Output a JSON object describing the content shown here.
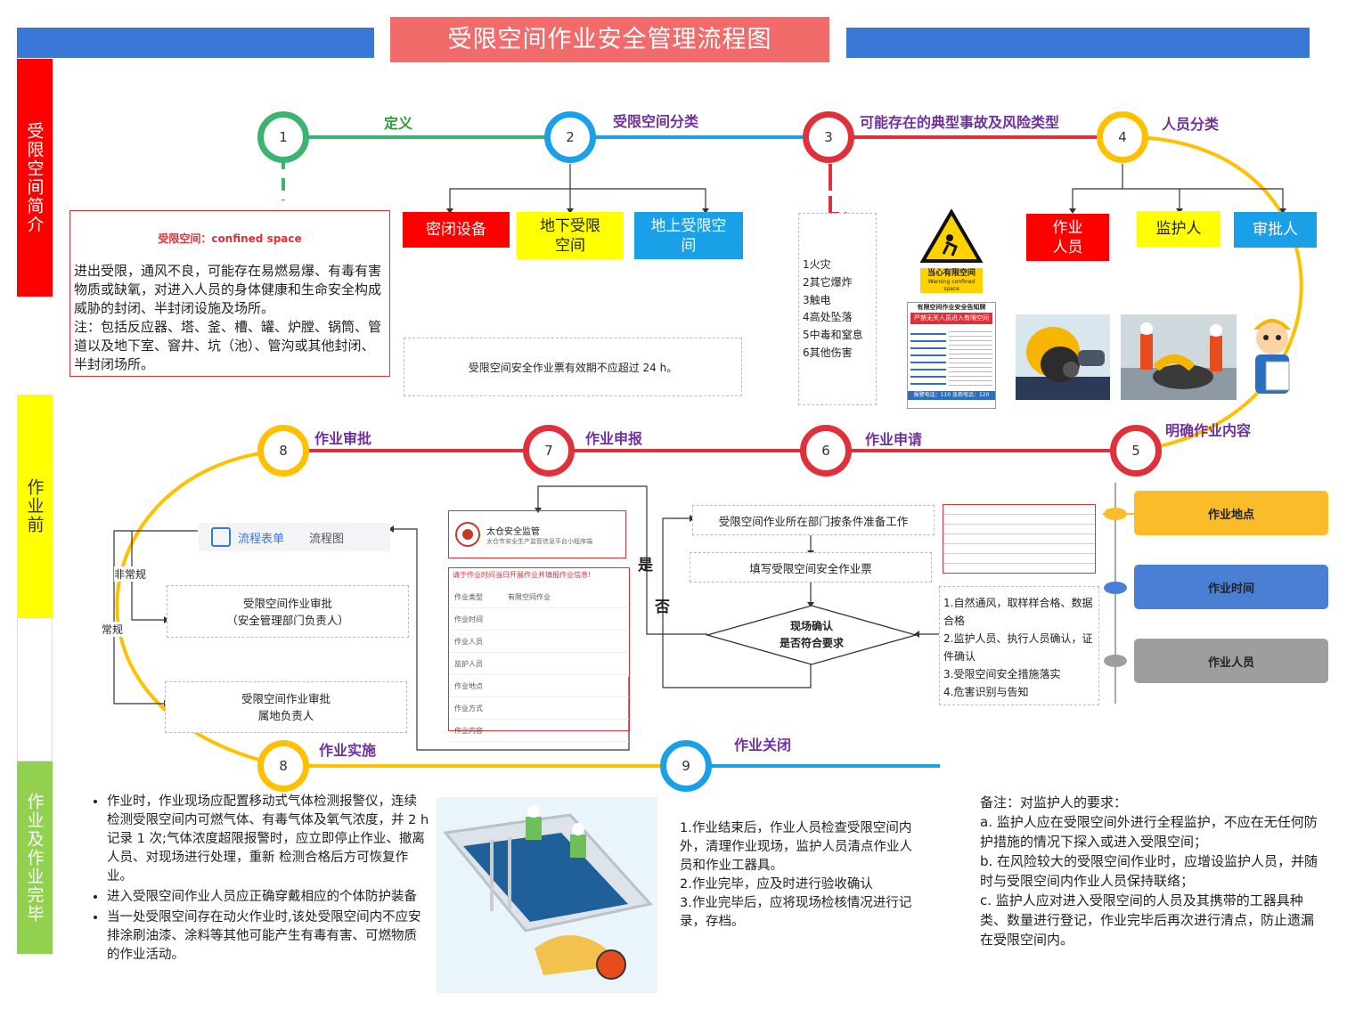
{
  "title": "受限空间作业安全管理流程图",
  "side_bands": [
    {
      "label": "受限空间简介",
      "color": "#ff0000"
    },
    {
      "label": "作业前",
      "color": "#ffff00"
    },
    {
      "label": "作业及作业完毕",
      "color": "#92d050"
    }
  ],
  "stages": [
    {
      "num": "1",
      "label": "定义",
      "color": "#3cb371",
      "label_color": "#2e9d3a"
    },
    {
      "num": "2",
      "label": "受限空间分类",
      "color": "#19a0e6",
      "label_color": "#7030a0"
    },
    {
      "num": "3",
      "label": "可能存在的典型事故及风险类型",
      "color": "#e0303a",
      "label_color": "#7030a0"
    },
    {
      "num": "4",
      "label": "人员分类",
      "color": "#ffc000",
      "label_color": "#7030a0"
    },
    {
      "num": "5",
      "label": "明确作业内容",
      "color": "#e0303a",
      "label_color": "#7030a0"
    },
    {
      "num": "6",
      "label": "作业申请",
      "color": "#e0303a",
      "label_color": "#7030a0"
    },
    {
      "num": "7",
      "label": "作业申报",
      "color": "#e0303a",
      "label_color": "#7030a0"
    },
    {
      "num": "8",
      "label": "作业审批",
      "color": "#ffc000",
      "label_color": "#7030a0"
    },
    {
      "num": "8",
      "label": "作业实施",
      "color": "#ffc000",
      "label_color": "#7030a0"
    },
    {
      "num": "9",
      "label": "作业关闭",
      "color": "#19a0e6",
      "label_color": "#7030a0"
    }
  ],
  "definition": {
    "heading": "受限空间：confined  space",
    "body": "进出受限，通风不良，可能存在易燃易爆、有毒有害物质或缺氧，对进入人员的身体健康和生命安全构成威胁的封闭、半封闭设施及场所。",
    "note": "注：包括反应器、塔、釜、槽、罐、炉膛、锅筒、管道以及地下室、窨井、坑（池）、管沟或其他封闭、半封闭场所。"
  },
  "space_types": [
    {
      "label": "密闭设备",
      "bg": "#ff0000",
      "fg": "#ffffff"
    },
    {
      "label": "地下受限空间",
      "bg": "#ffff00",
      "fg": "#222222"
    },
    {
      "label": "地上受限空间",
      "bg": "#19a0e6",
      "fg": "#ffffff"
    }
  ],
  "ticket_validity": "受限空间安全作业票有效期不应超过 24 h。",
  "risks": [
    "1火灾",
    "2其它爆炸",
    "3触电",
    "4高处坠落",
    "5中毒和窒息",
    "6其他伤害"
  ],
  "warning_sign": {
    "cn": "当心有限空间",
    "en": "Warning confined space"
  },
  "notice_board": {
    "title": "有限空间作业安全告知牌",
    "banner": "严禁无关人员进入有限空间",
    "footer": "报警电话：110  急救电话：120"
  },
  "personnel": [
    {
      "label": "作业人员",
      "bg": "#ff0000",
      "fg": "#ffffff"
    },
    {
      "label": "监护人",
      "bg": "#ffff00",
      "fg": "#222222"
    },
    {
      "label": "审批人",
      "bg": "#19a0e6",
      "fg": "#ffffff"
    }
  ],
  "approval": {
    "tabs": [
      "流程表单",
      "流程图"
    ],
    "irregular": "非常规",
    "regular": "常规",
    "box1": [
      "受限空间作业审批",
      "（安全管理部门负责人）"
    ],
    "box2": [
      "受限空间作业审批",
      "属地负责人"
    ]
  },
  "app": {
    "name": "太仓安全监管",
    "subtitle": "太仓市安全生产监管信息平台小程序端",
    "notice": "请于作业时间当日开展作业并填报作业信息!",
    "rows": [
      {
        "label": "作业类型",
        "value": "有限空间作业"
      },
      {
        "label": "作业时间",
        "value": ""
      },
      {
        "label": "作业人员",
        "value": ""
      },
      {
        "label": "监护人员",
        "value": ""
      },
      {
        "label": "作业地点",
        "value": ""
      },
      {
        "label": "作业方式",
        "value": ""
      },
      {
        "label": "作业内容",
        "value": ""
      }
    ]
  },
  "application": {
    "step1": "受限空间作业所在部门按条件准备工作",
    "step2": "填写受限空间安全作业票",
    "decision": [
      "现场确认",
      "是否符合要求"
    ],
    "yes": "是",
    "no": "否",
    "checklist": [
      "1.自然通风，取样样合格、数据合格",
      "2.监护人员、执行人员确认，证件确认",
      "3.受限空间安全措施落实",
      "4.危害识别与告知"
    ]
  },
  "work_content": [
    {
      "label": "作业地点",
      "color": "#fbbc2a"
    },
    {
      "label": "作业时间",
      "color": "#4a7fd6"
    },
    {
      "label": "作业人员",
      "color": "#9e9e9e"
    }
  ],
  "implementation": [
    "作业时，作业现场应配置移动式气体检测报警仪，连续检测受限空间内可燃气体、有毒气体及氧气浓度，并 2 h 记录 1 次;气体浓度超限报警时，应立即停止作业、撤离人员、对现场进行处理，重新 检测合格后方可恢复作业。",
    " 进入受限空间作业人员应正确穿戴相应的个体防护装备",
    "当一处受限空间存在动火作业时,该处受限空间内不应安排涂刷油漆、涂料等其他可能产生有毒有害、可燃物质的作业活动。"
  ],
  "closure": [
    "1.作业结束后，作业人员检查受限空间内外，清理作业现场，监护人员清点作业人员和作业工器具。",
    "2.作业完毕，应及时进行验收确认",
    "3.作业完毕后，应将现场检核情况进行记录，存档。"
  ],
  "supervisor_note": {
    "heading": "备注：对监护人的要求：",
    "items": [
      "a.   监护人应在受限空间外进行全程监护，不应在无任何防护措施的情况下探入或进入受限空间；",
      "b.   在风险较大的受限空间作业时，应增设监护人员，并随时与受限空间内作业人员保持联络；",
      "c.   监护人应对进入受限空间的人员及其携带的工器具种类、数量进行登记，作业完毕后再次进行清点，防止遗漏在受限空间内。"
    ]
  }
}
